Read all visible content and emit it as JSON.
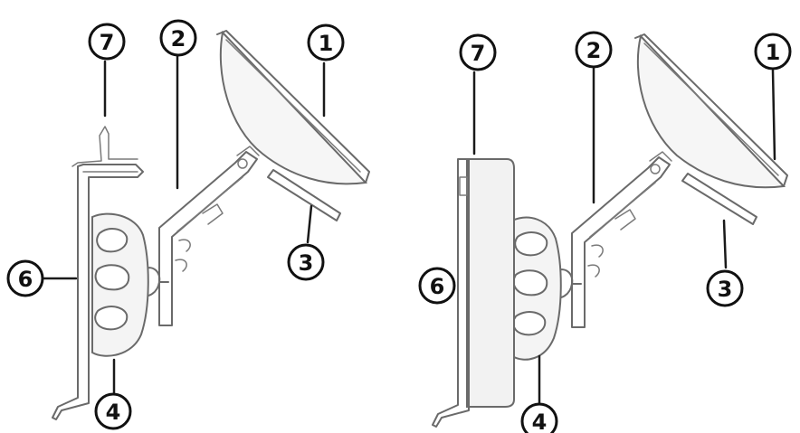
{
  "figure": {
    "left_view": {
      "callouts": [
        {
          "id": "callout-1",
          "text": "1"
        },
        {
          "id": "callout-2",
          "text": "2"
        },
        {
          "id": "callout-3",
          "text": "3"
        },
        {
          "id": "callout-4",
          "text": "4"
        },
        {
          "id": "callout-6",
          "text": "6"
        },
        {
          "id": "callout-7",
          "text": "7"
        }
      ]
    },
    "right_view": {
      "callouts": [
        {
          "id": "callout-1",
          "text": "1"
        },
        {
          "id": "callout-2",
          "text": "2"
        },
        {
          "id": "callout-3",
          "text": "3"
        },
        {
          "id": "callout-4",
          "text": "4"
        },
        {
          "id": "callout-6",
          "text": "6"
        },
        {
          "id": "callout-7",
          "text": "7"
        }
      ]
    }
  }
}
